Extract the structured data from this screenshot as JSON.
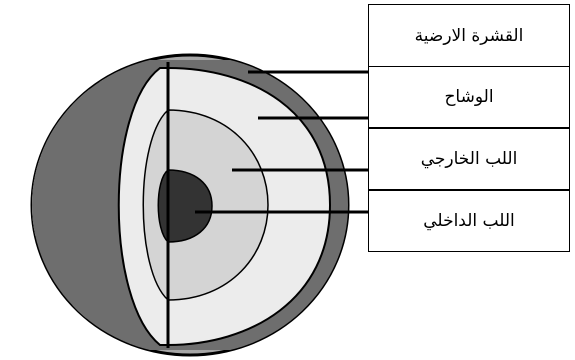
{
  "labels": {
    "crust": "القشرة الارضية",
    "mantle": "الوشاح",
    "outer_core": "اللب الخارجي",
    "inner_core": "اللب الداخلي"
  },
  "colors": {
    "ocean": "#a6a6a6",
    "land": "#d9d9d9",
    "crust_band": "#6e6e6e",
    "mantle": "#ececec",
    "outer_core": "#d4d4d4",
    "inner_core": "#333333",
    "outline": "#000000"
  }
}
